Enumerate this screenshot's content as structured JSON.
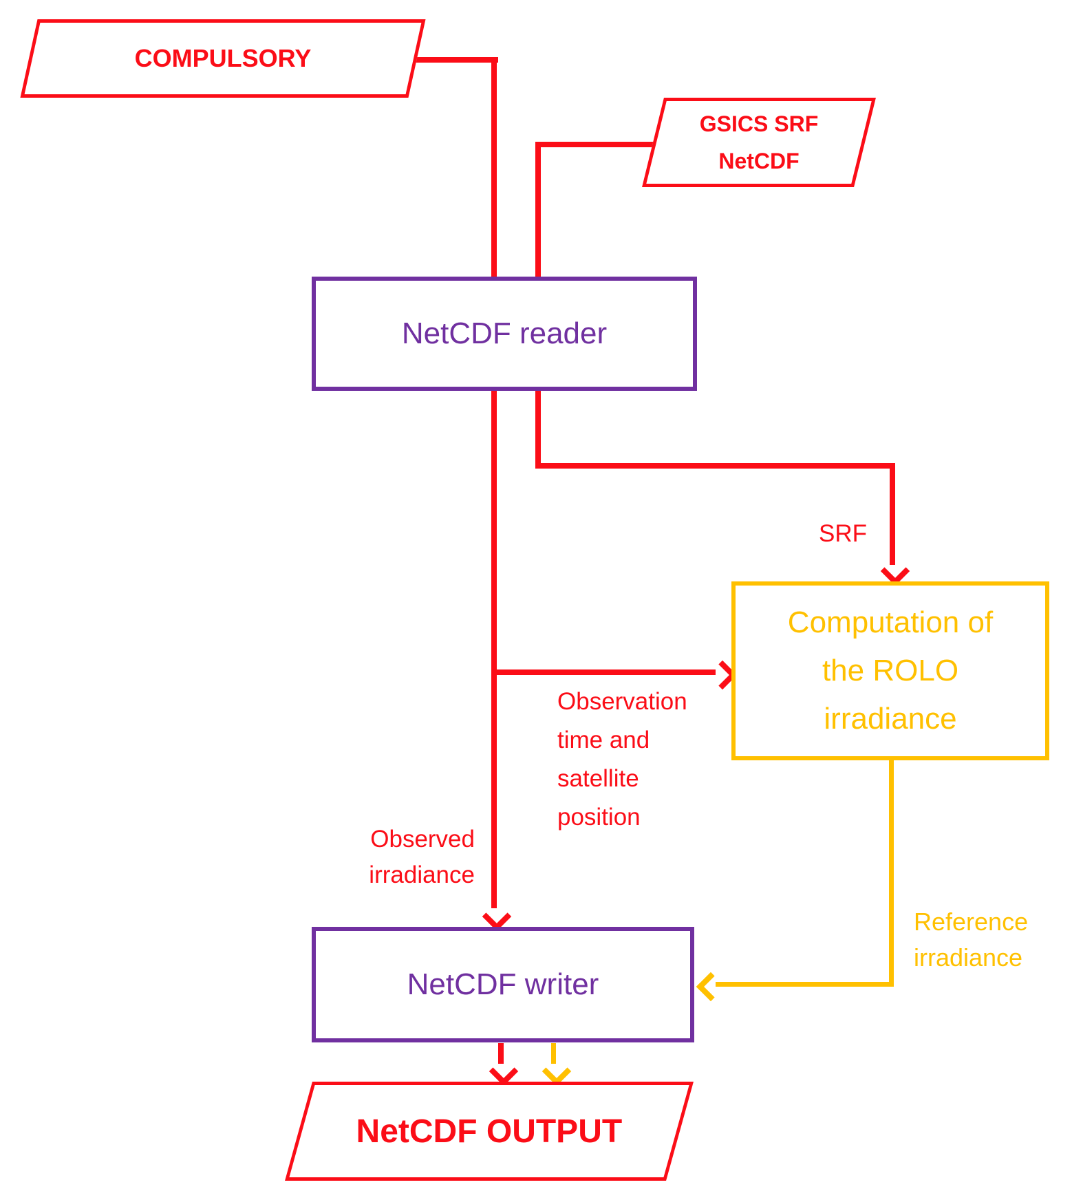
{
  "colors": {
    "red": "#FB0D17",
    "purple": "#7030A0",
    "gold": "#FFC000"
  },
  "nodes": {
    "compulsory": {
      "label": "COMPULSORY"
    },
    "gsics_srf_netcdf": {
      "lines": [
        "GSICS SRF",
        "NetCDF"
      ]
    },
    "netcdf_reader": {
      "label": "NetCDF reader"
    },
    "rolo_computation": {
      "lines": [
        "Computation of",
        "the ROLO",
        "irradiance"
      ]
    },
    "netcdf_writer": {
      "label": "NetCDF writer"
    },
    "netcdf_output": {
      "label": "NetCDF OUTPUT"
    }
  },
  "edge_labels": {
    "srf": "SRF",
    "observation": [
      "Observation",
      "time and",
      "satellite",
      "position"
    ],
    "observed": [
      "Observed",
      "irradiance"
    ],
    "reference": [
      "Reference",
      "irradiance"
    ]
  }
}
